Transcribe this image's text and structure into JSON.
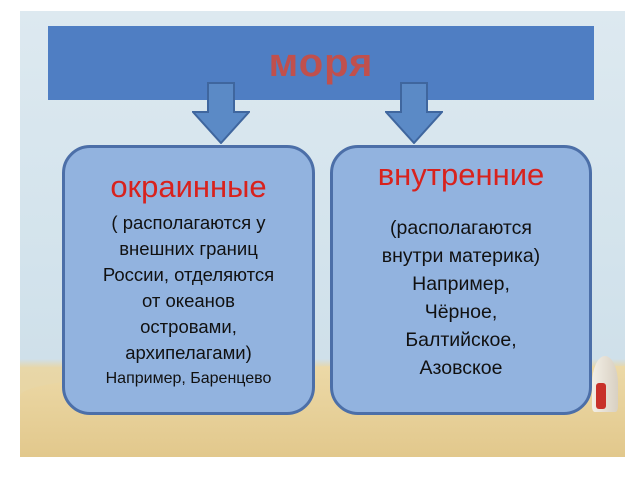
{
  "title": "моря",
  "left_box": {
    "heading": "окраинные",
    "lines": [
      "( располагаются у",
      "внешних границ",
      "России, отделяются",
      "от океанов",
      "островами,",
      "архипелагами)",
      "Например, Баренцево"
    ]
  },
  "right_box": {
    "heading": "внутренние",
    "lines": [
      "(располагаются",
      "внутри материка)",
      "Например,",
      "Чёрное,",
      "Балтийское,",
      "Азовское"
    ]
  },
  "colors": {
    "title_bar": "#4f7ec3",
    "title_text": "#c0504d",
    "box_fill": "#92b3df",
    "box_border": "#4c6fa8",
    "heading_text": "#d8221d"
  }
}
